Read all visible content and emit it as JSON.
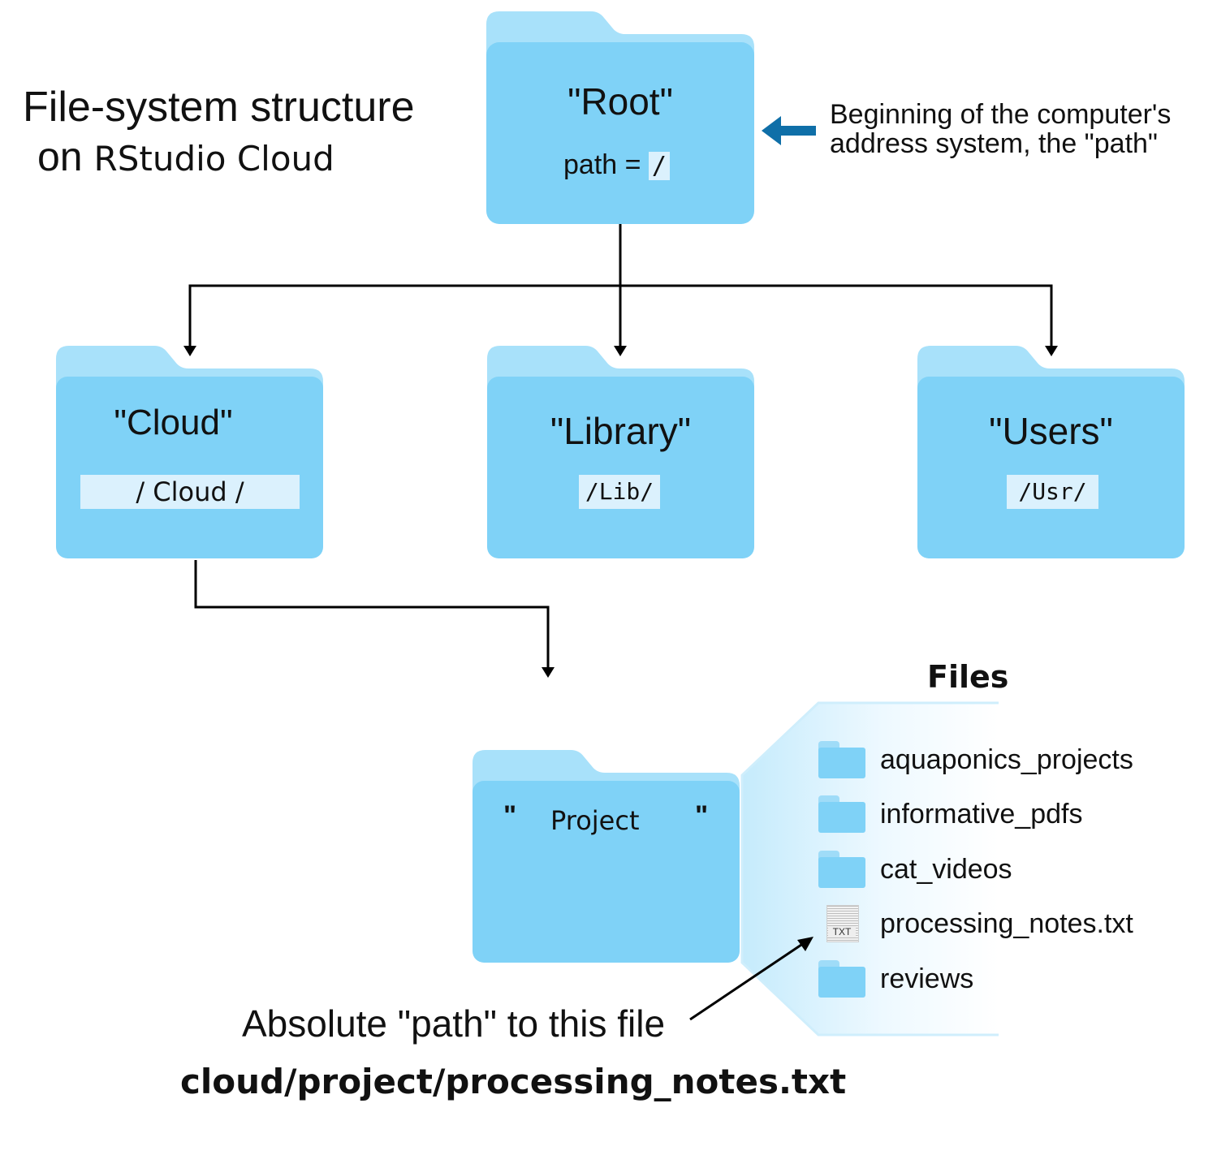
{
  "title": {
    "line1": "File-system structure",
    "line2_prefix": "on",
    "line2_brand": "RStudio Cloud"
  },
  "root_note": "Beginning of the computer's address system, the \"path\"",
  "folders": {
    "root": {
      "label": "\"Root\"",
      "path_prefix": "path =",
      "path": "/"
    },
    "cloud": {
      "label": "\"Cloud\"",
      "path": "/ Cloud /"
    },
    "library": {
      "label": "\"Library\"",
      "path": "/Lib/"
    },
    "users": {
      "label": "\"Users\"",
      "path": "/Usr/"
    },
    "project": {
      "quote_open": "\"",
      "label": "Project",
      "quote_close": "\""
    }
  },
  "files": {
    "heading": "Files",
    "items": [
      {
        "name": "aquaponics_projects",
        "icon": "folder-icon"
      },
      {
        "name": "informative_pdfs",
        "icon": "folder-icon"
      },
      {
        "name": "cat_videos",
        "icon": "folder-icon"
      },
      {
        "name": "processing_notes.txt",
        "icon": "txt-file-icon",
        "icon_label": "TXT"
      },
      {
        "name": "reviews",
        "icon": "folder-icon"
      }
    ]
  },
  "absolute_path": {
    "label": "Absolute \"path\" to this file",
    "value": "cloud/project/processing_notes.txt"
  },
  "colors": {
    "folder_body": "#7fd2f7",
    "folder_tab": "#a8e1fa",
    "path_box": "#dbf1fd",
    "arrow_blue": "#0f6fa8",
    "line": "#000000"
  }
}
